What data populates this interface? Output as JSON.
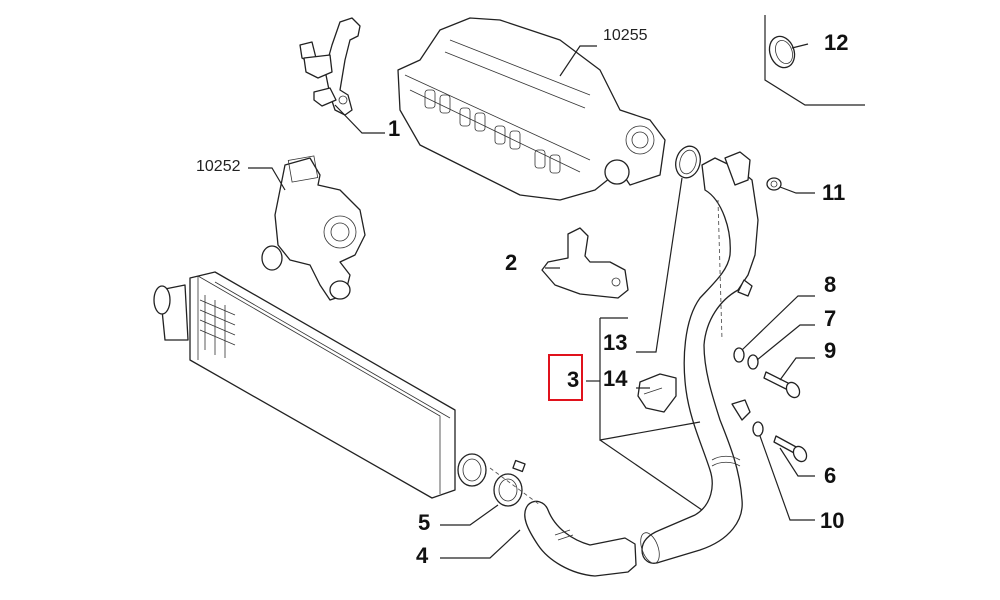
{
  "diagram": {
    "type": "exploded-parts-diagram",
    "subject": "Intercooler and charge-air pipe assembly",
    "highlight_color": "#e0121c",
    "highlighted_callout": "3",
    "callouts": [
      {
        "id": "c1",
        "label": "1",
        "part": "bracket with sensor"
      },
      {
        "id": "c2",
        "label": "2",
        "part": "bracket"
      },
      {
        "id": "c3",
        "label": "3",
        "part": "charge air pipe assembly",
        "highlighted": true
      },
      {
        "id": "c4",
        "label": "4",
        "part": "hose"
      },
      {
        "id": "c5",
        "label": "5",
        "part": "hose clamp"
      },
      {
        "id": "c6",
        "label": "6",
        "part": "bolt"
      },
      {
        "id": "c7",
        "label": "7",
        "part": "washer"
      },
      {
        "id": "c8",
        "label": "8",
        "part": "washer"
      },
      {
        "id": "c9",
        "label": "9",
        "part": "bolt"
      },
      {
        "id": "c10",
        "label": "10",
        "part": "washer"
      },
      {
        "id": "c11",
        "label": "11",
        "part": "nut"
      },
      {
        "id": "c12",
        "label": "12",
        "part": "hose clamp"
      },
      {
        "id": "c13",
        "label": "13",
        "part": "o-ring seal"
      },
      {
        "id": "c14",
        "label": "14",
        "part": "sensor"
      }
    ],
    "references": [
      {
        "id": "r10255",
        "label": "10255",
        "part": "intake manifold"
      },
      {
        "id": "r10252",
        "label": "10252",
        "part": "turbocharger"
      }
    ]
  }
}
